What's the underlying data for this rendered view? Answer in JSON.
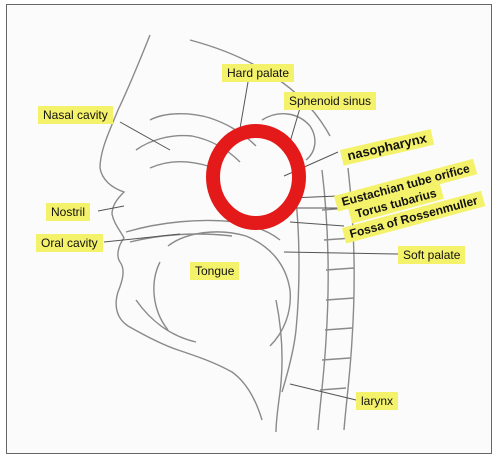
{
  "diagram": {
    "labels": {
      "hard_palate": "Hard palate",
      "sphenoid_sinus": "Sphenoid sinus",
      "nasal_cavity": "Nasal cavity",
      "nasopharynx": "nasopharynx",
      "eustachian": "Eustachian tube orifice",
      "torus": "Torus tubarius",
      "fossa": "Fossa of Rossenmuller",
      "nostril": "Nostril",
      "oral_cavity": "Oral cavity",
      "soft_palate": "Soft palate",
      "tongue": "Tongue",
      "larynx": "larynx"
    },
    "colors": {
      "label_fill": "#f4f16a",
      "highlight_ring": "#e41a1a",
      "line_art": "#8a8a8a"
    }
  }
}
